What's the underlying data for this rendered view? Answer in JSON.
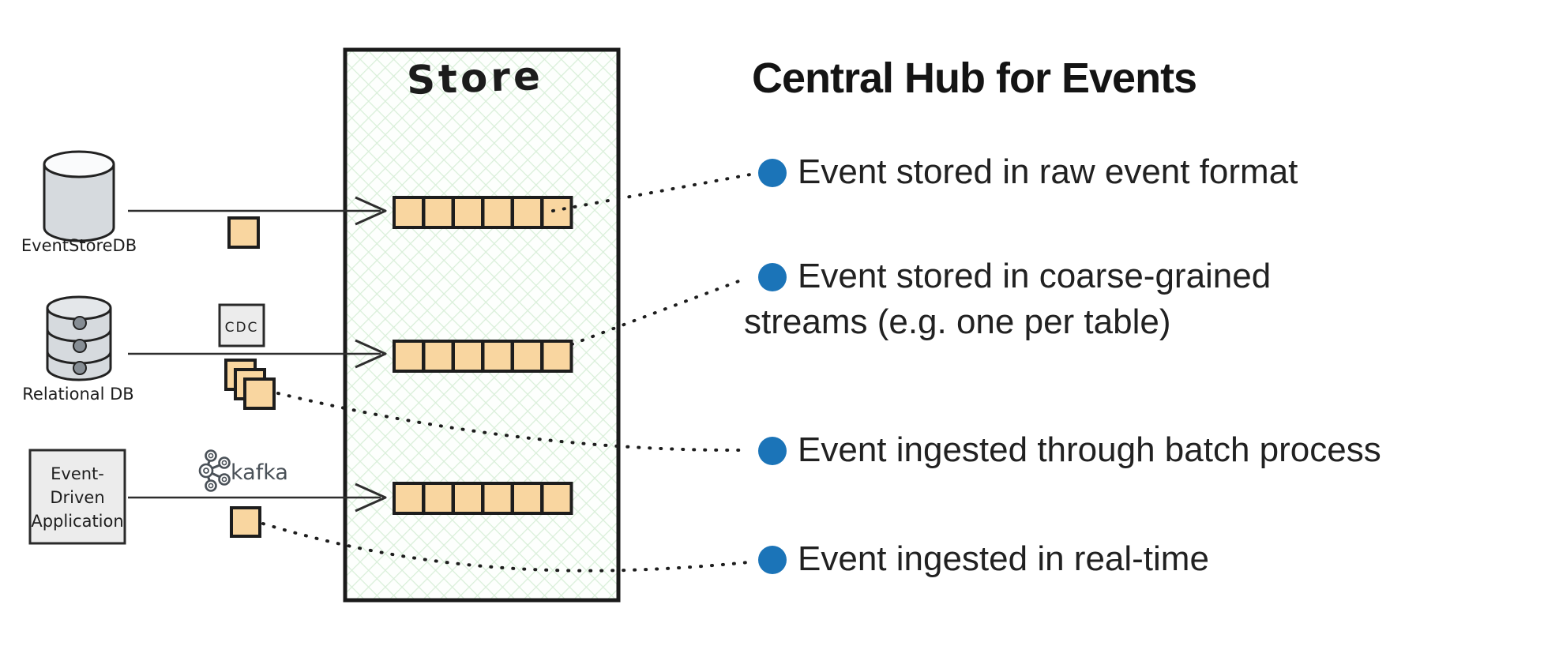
{
  "store": {
    "title": "Store"
  },
  "streams": {
    "rows": 3,
    "squares_per_row": 6
  },
  "sources": [
    {
      "label": "EventStoreDB"
    },
    {
      "label": "Relational DB"
    },
    {
      "label_lines": [
        "Event-",
        "Driven",
        "Application"
      ]
    }
  ],
  "connectors": {
    "cdc_label": "CDC",
    "kafka_label": "kafka"
  },
  "legend": {
    "title": "Central Hub for Events",
    "items": [
      {
        "text": "Event stored in raw event format"
      },
      {
        "text": "Event stored in coarse-grained streams (e.g. one per table)"
      },
      {
        "text": "Event ingested through batch process"
      },
      {
        "text": "Event ingested in real-time"
      }
    ]
  },
  "colors": {
    "accent-blue": "#1b74b8",
    "square-orange": "#f9d6a0",
    "square-border": "#1d1d1d",
    "hatch-green": "#d9efd9",
    "gray-fill": "#d6dade",
    "panel-gray": "#ececec",
    "kafka-gray": "#4a5158"
  }
}
